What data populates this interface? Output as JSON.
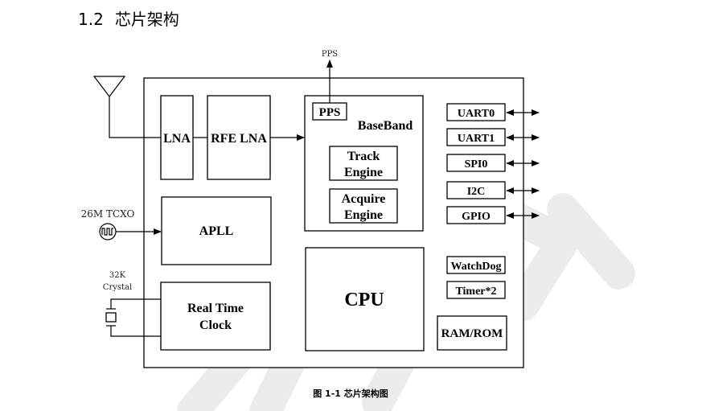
{
  "section": {
    "number": "1.2",
    "title": "芯片架构"
  },
  "diagram": {
    "pps_out_label": "PPS",
    "lna_label": "LNA",
    "rfe_lna_label": "RFE LNA",
    "baseband_label": "BaseBand",
    "pps_label": "PPS",
    "track_engine_line1": "Track",
    "track_engine_line2": "Engine",
    "acquire_engine_line1": "Acquire",
    "acquire_engine_line2": "Engine",
    "apll_label": "APLL",
    "tcxo_label": "26M TCXO",
    "crystal_line1": "32K",
    "crystal_line2": "Crystal",
    "rtc_line1": "Real Time",
    "rtc_line2": "Clock",
    "cpu_label": "CPU",
    "uart0_label": "UART0",
    "uart1_label": "UART1",
    "spi0_label": "SPI0",
    "i2c_label": "I2C",
    "gpio_label": "GPIO",
    "watchdog_label": "WatchDog",
    "timer_label": "Timer*2",
    "ram_rom_label": "RAM/ROM"
  },
  "caption": "图 1-1  芯片架构图"
}
